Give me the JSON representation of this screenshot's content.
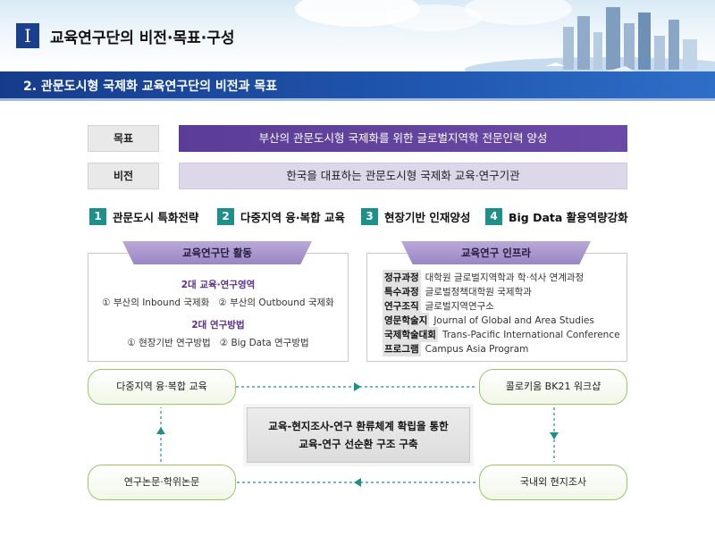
{
  "header": {
    "section_numeral": "I",
    "title": "교육연구단의 비전·목표·구성",
    "subtitle": "2. 관문도시형 국제화 교육연구단의 비전과 목표"
  },
  "goal": {
    "label": "목표",
    "value": "부산의 관문도시형 국제화를 위한 글로벌지역학 전문인력 양성"
  },
  "vision": {
    "label": "비전",
    "value": "한국을 대표하는 관문도시형 국제화 교육·연구기관"
  },
  "strategies": [
    {
      "num": "1",
      "label": "관문도시 특화전략"
    },
    {
      "num": "2",
      "label": "다중지역 융·복합 교육"
    },
    {
      "num": "3",
      "label": "현장기반 인재양성"
    },
    {
      "num": "4",
      "label": "Big Data 활용역량강화"
    }
  ],
  "activities": {
    "title": "교육연구단 활동",
    "area_title": "2대 교육·연구영역",
    "area_items": "① 부산의 Inbound 국제화   ② 부산의 Outbound 국제화",
    "method_title": "2대 연구방법",
    "method_items": "① 현장기반 연구방법   ② Big Data 연구방법"
  },
  "infrastructure": {
    "title": "교육연구 인프라",
    "rows": [
      {
        "key": "정규과정",
        "value": "대학원 글로벌지역학과 학·석사 연계과정"
      },
      {
        "key": "특수과정",
        "value": "글로벌정책대학원 국제학과"
      },
      {
        "key": "연구조직",
        "value": "글로벌지역연구소"
      },
      {
        "key": "영문학술지",
        "value": "Journal of Global and Area Studies"
      },
      {
        "key": "국제학술대회",
        "value": "Trans-Pacific International Conference"
      },
      {
        "key": "프로그램",
        "value": "Campus Asia Program"
      }
    ]
  },
  "cycle": {
    "top_left": "다중지역 융·복합 교육",
    "top_right": "콜로키움 BK21 워크샵",
    "bottom_left": "연구논문·학위논문",
    "bottom_right": "국내외 현지조사",
    "center_line1": "교육-현지조사-연구 환류체계 확립을 통한",
    "center_line2": "교육-연구 선순환 구조 구축"
  },
  "colors": {
    "header_bar": "#1a3f8c",
    "goal_bg": "#5b3d97",
    "vision_bg": "#ddd7ea",
    "strategy_num": "#1f8f8a",
    "panel_head": "#9a86c4",
    "cycle_border": "#9bc46a",
    "flow_arrow": "#1f8f8a"
  }
}
